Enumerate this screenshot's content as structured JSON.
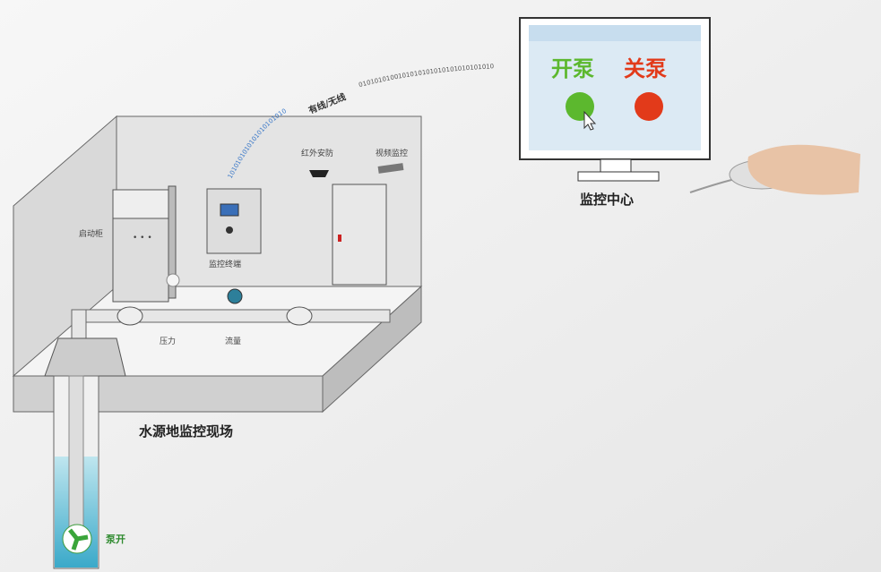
{
  "center": {
    "title": "监控中心",
    "start_label": "开泵",
    "stop_label": "关泵"
  },
  "link": {
    "label": "有线/无线",
    "bits_left": "1010101010101010101010",
    "bits_right": "0101010100101010101010101010101010"
  },
  "site": {
    "title": "水源地监控现场",
    "labels": {
      "starter": "启动柜",
      "terminal": "监控终端",
      "infrared": "红外安防",
      "video": "视频监控",
      "pressure": "压力",
      "flow": "流量",
      "pump": "泵开"
    }
  },
  "colors": {
    "start": "#5cb82e",
    "stop": "#e23a1a",
    "water": "#8fd0e0",
    "bits": "#3a78c8"
  }
}
